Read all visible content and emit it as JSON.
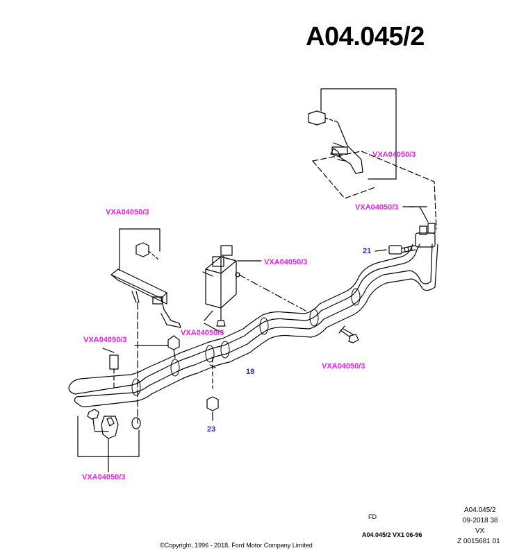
{
  "header": {
    "title": "A04.045/2"
  },
  "colors": {
    "reference": "#e81ee8",
    "number": "#1f2fbf",
    "line": "#000000"
  },
  "callouts": {
    "ref_top_right": "VXA04050/3",
    "ref_right_upper": "VXA04050/3",
    "ref_left_upper": "VXA04050/3",
    "ref_center": "VXA04050/3",
    "ref_center_lower": "VXA04050/3",
    "ref_left_middle": "VXA04050/3",
    "ref_right_lower": "VXA04050/3",
    "ref_bottom_left": "VXA04050/3",
    "part_21": "21",
    "part_18": "18",
    "part_23": "23"
  },
  "footer": {
    "logo_mark": "FD",
    "code": "A04.045/2 VX1 06-96",
    "copyright": "©Copyright, 1996 - 2018, Ford Motor Company Limited",
    "info_line1": "A04.045/2",
    "info_line2": "09-2018 38",
    "info_line3": "VX",
    "info_line4": "Z 0015681 01"
  }
}
